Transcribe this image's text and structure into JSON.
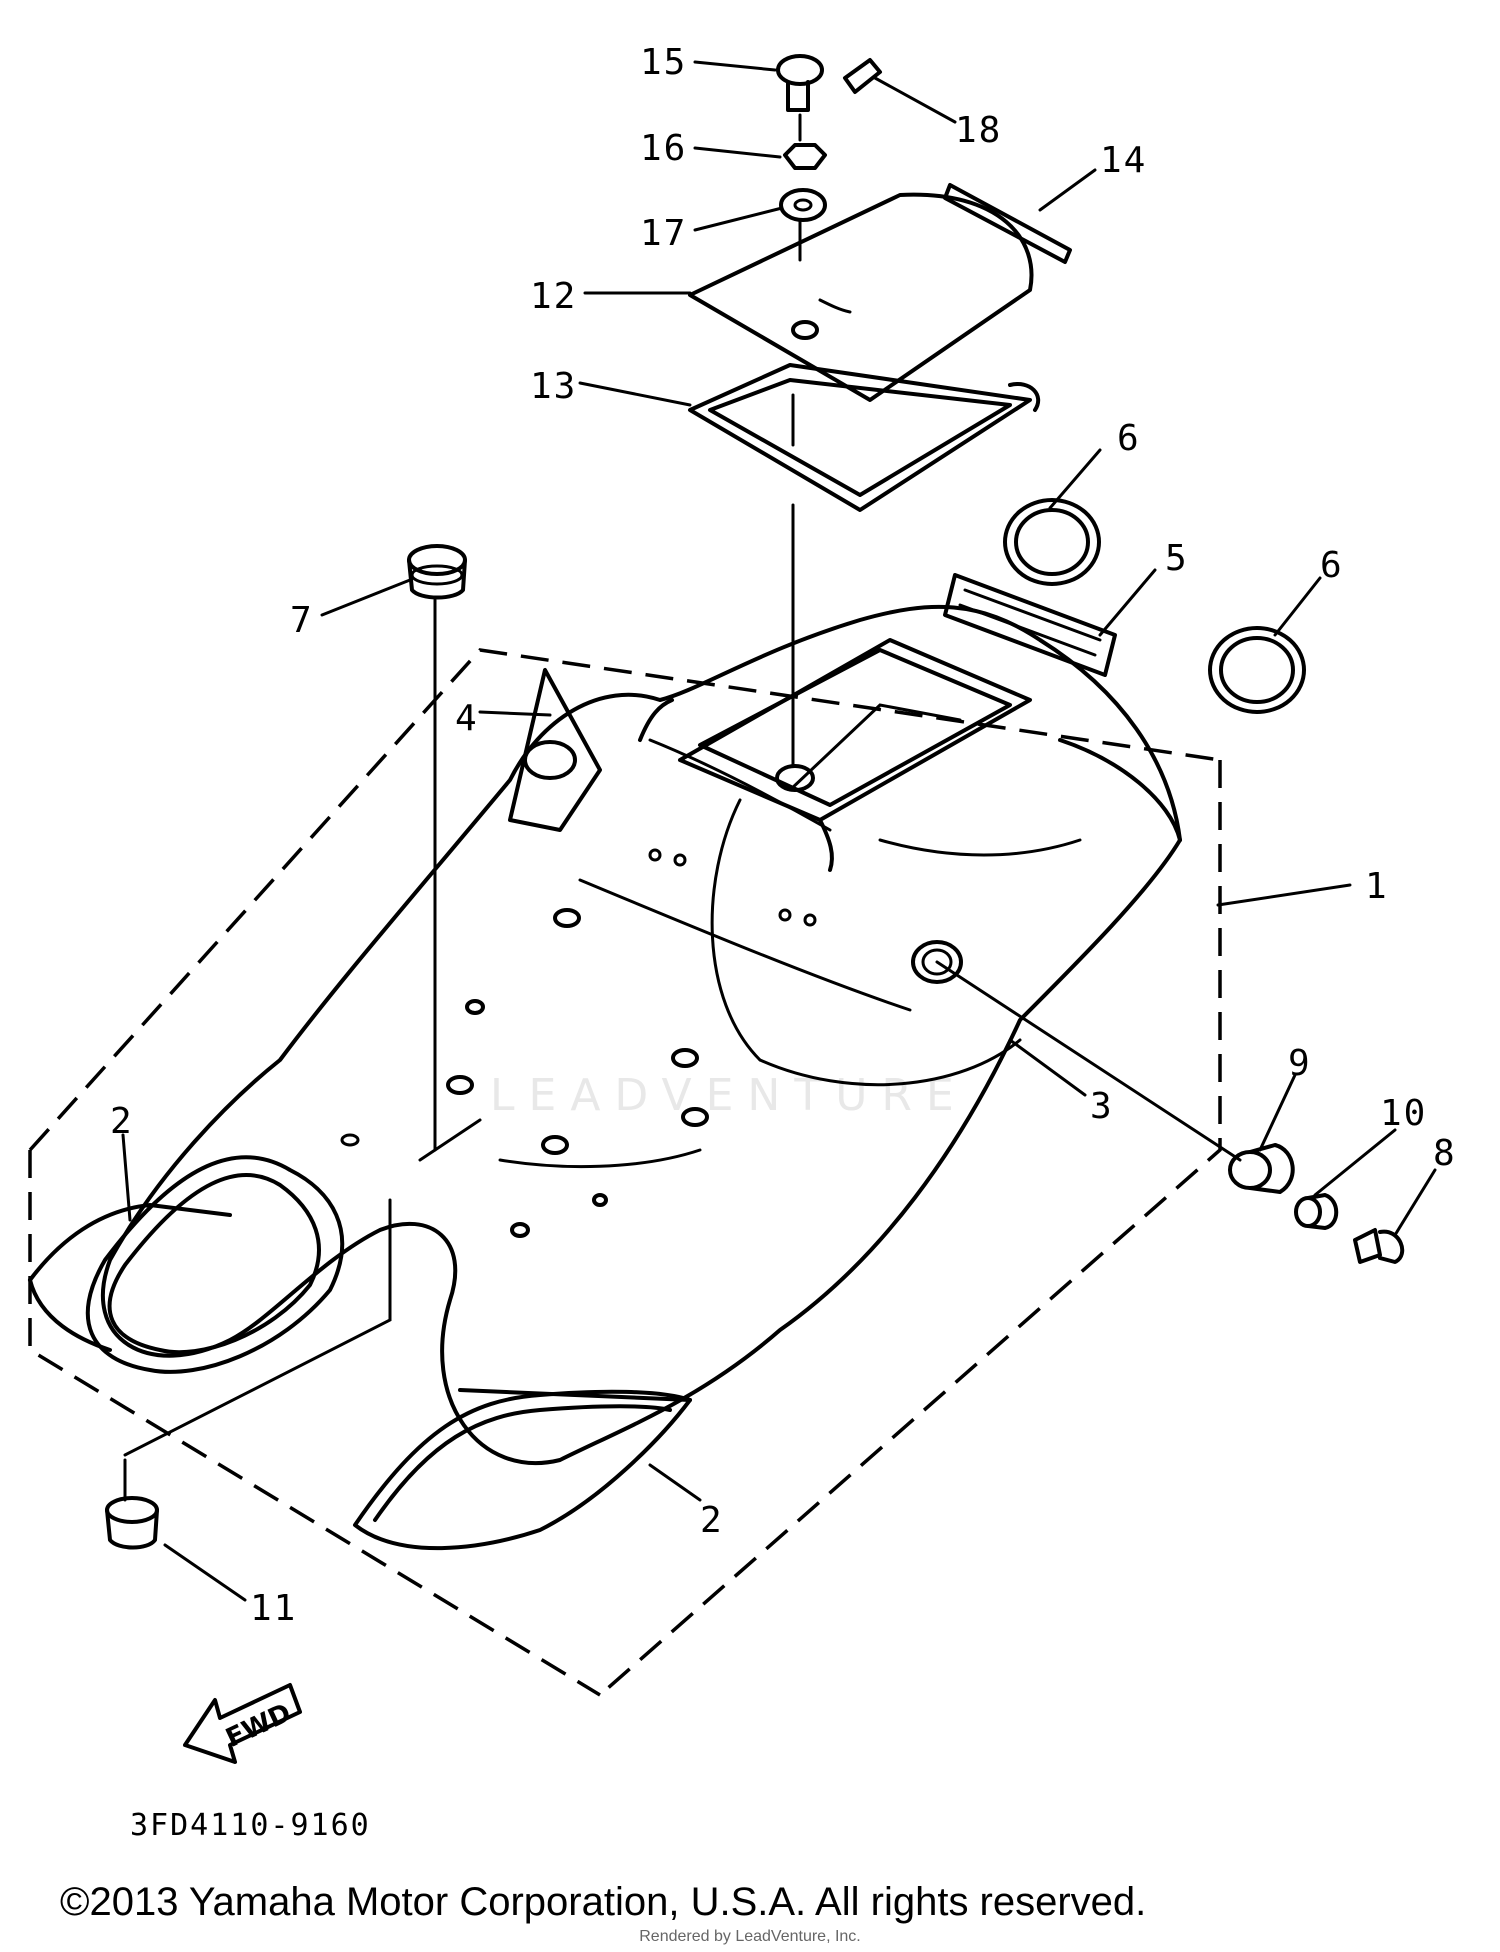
{
  "diagram": {
    "callouts": {
      "c1": "1",
      "c2a": "2",
      "c2b": "2",
      "c3": "3",
      "c4": "4",
      "c5": "5",
      "c6a": "6",
      "c6b": "6",
      "c7": "7",
      "c8": "8",
      "c9": "9",
      "c10": "10",
      "c11": "11",
      "c12": "12",
      "c13": "13",
      "c14": "14",
      "c15": "15",
      "c16": "16",
      "c17": "17",
      "c18": "18"
    },
    "fwd_arrow_label": "FWD",
    "part_code": "3FD4110-9160",
    "watermark": "LEADVENTURE"
  },
  "footer": {
    "copyright": "©2013 Yamaha Motor Corporation, U.S.A. All rights reserved.",
    "rendered_by": "Rendered by LeadVenture, Inc."
  }
}
